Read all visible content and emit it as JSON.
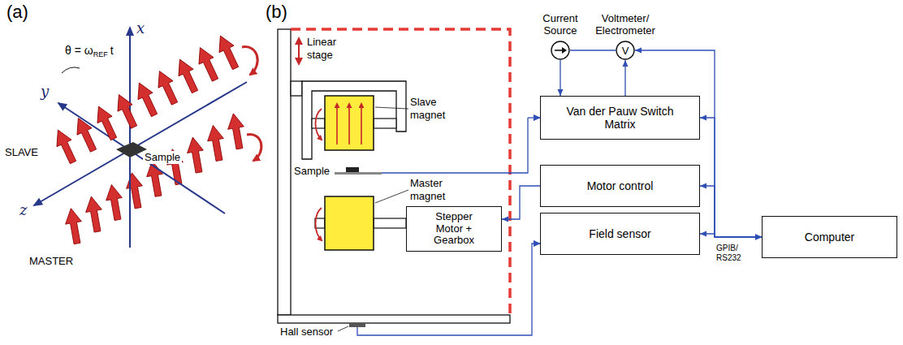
{
  "diagram": {
    "nodes": [
      {
        "text": [
          "Current Source"
        ]
      },
      {
        "text": [
          "Voltmeter/ Electrometer",
          "V"
        ]
      },
      {
        "text": [
          "Van der Pauw Switch Matrix"
        ]
      },
      {
        "text": [
          "Motor control"
        ]
      },
      {
        "text": [
          "Stepper Motor + Gearbox"
        ]
      },
      {
        "text": [
          "Field sensor"
        ]
      },
      {
        "text": [
          "Computer"
        ]
      }
    ],
    "edges": [
      {
        "from": 0,
        "to": 1,
        "arrow": "none"
      },
      {
        "from": 0,
        "to": 2,
        "arrow": "to"
      },
      {
        "from": 2,
        "to": 1,
        "arrow": "to"
      },
      {
        "from": 1,
        "to": 6,
        "arrow": "both"
      },
      {
        "from": 2,
        "to": 6,
        "arrow": "both"
      },
      {
        "from": 3,
        "to": 6,
        "arrow": "both"
      },
      {
        "from": 5,
        "to": 6,
        "arrow": "both"
      },
      {
        "from": 3,
        "to": 4,
        "arrow": "to"
      }
    ],
    "labels": [
      "(a)",
      "(b)",
      "x",
      "y",
      "z",
      "θ = ω",
      "REF",
      "t",
      "SLAVE",
      "MASTER",
      "Sample",
      "Linear stage",
      "Slave magnet",
      "Sample",
      "Master magnet",
      "Hall sensor",
      "GPIB/ RS232"
    ]
  }
}
